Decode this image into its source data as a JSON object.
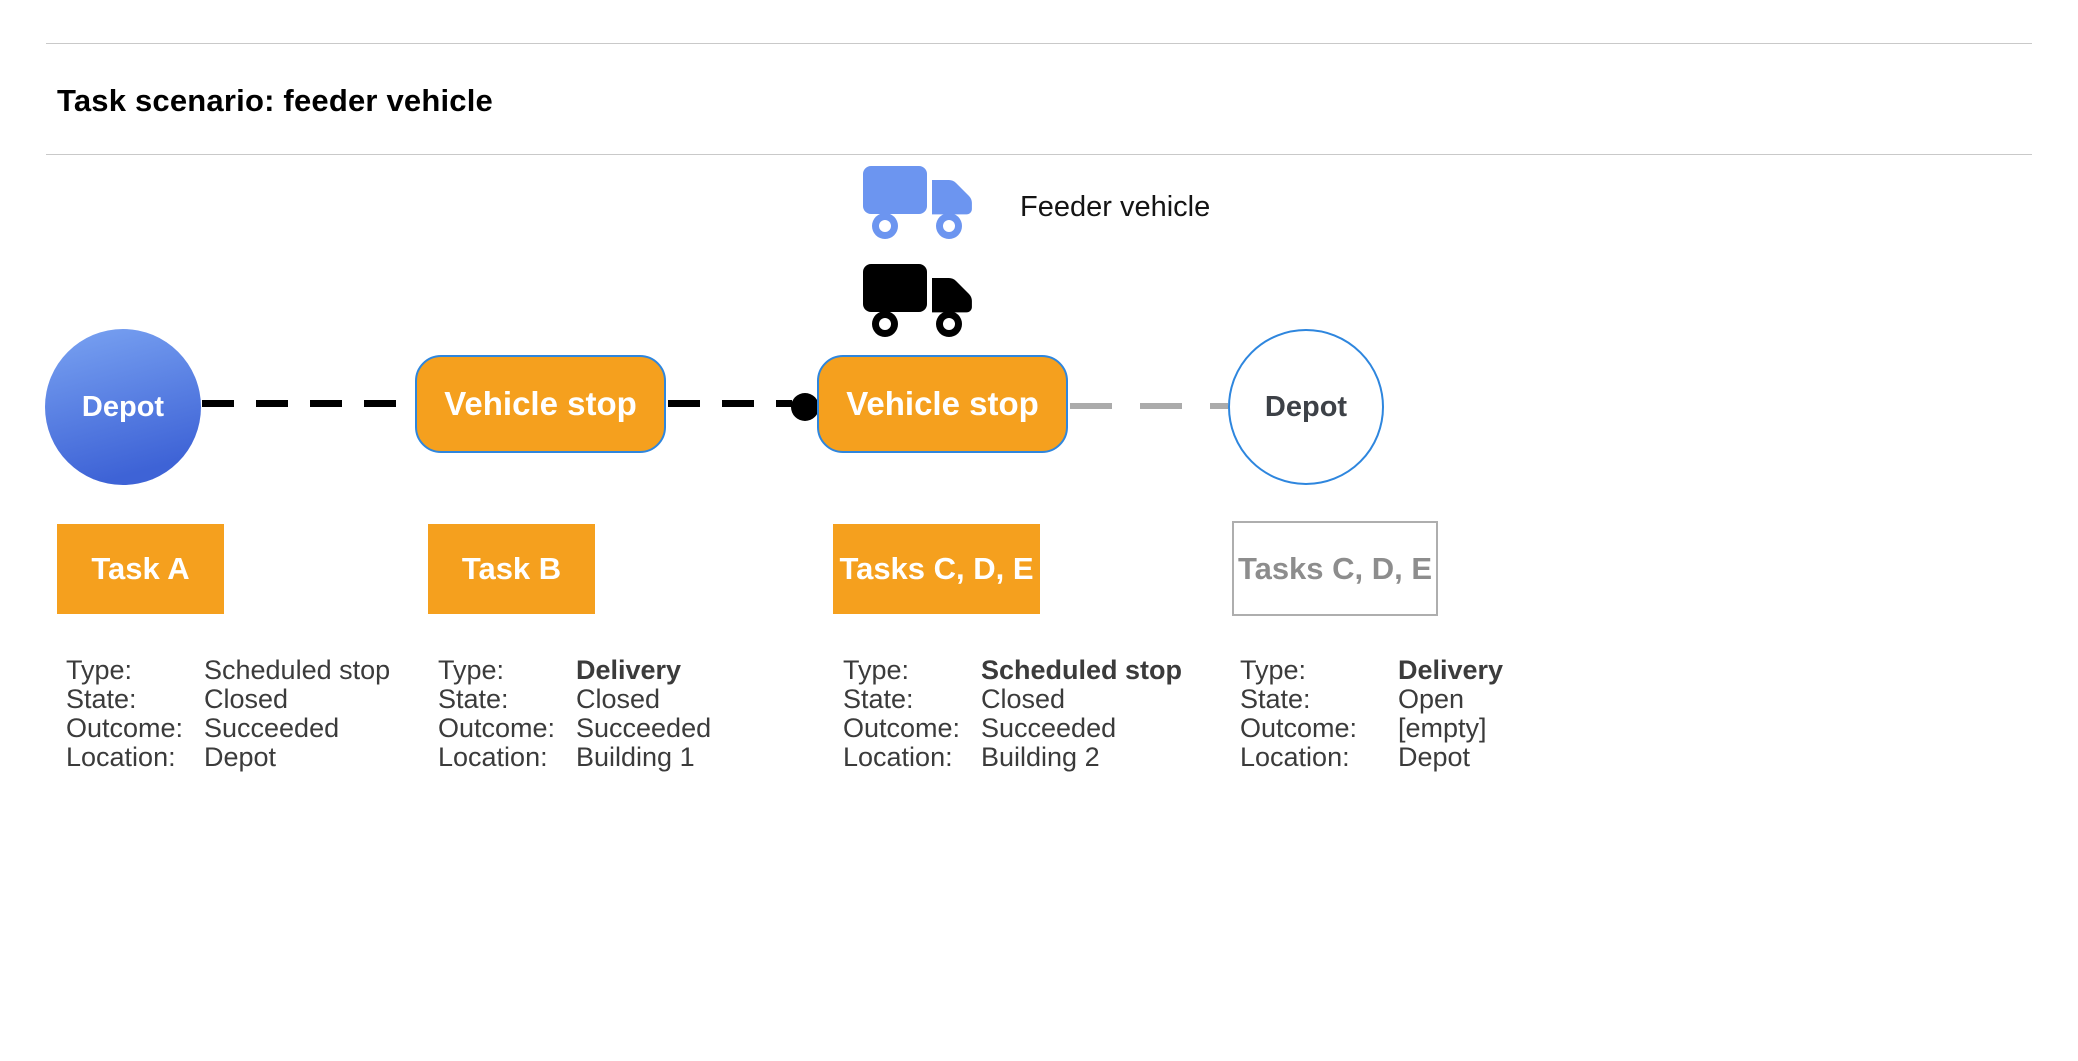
{
  "title": "Task scenario: feeder vehicle",
  "legend": {
    "feeder_vehicle": "Feeder vehicle"
  },
  "colors": {
    "orange": "#F5A01E",
    "node_border_blue": "#2E86DE",
    "depot_fill_top": "#7AA3F2",
    "depot_fill_bottom": "#3E63D6",
    "feeder_truck_blue": "#6C95F0",
    "vehicle_truck_black": "#000000"
  },
  "icons": {
    "feeder_truck": "truck-icon",
    "vehicle_truck": "truck-icon",
    "junction": "route-junction-dot"
  },
  "nodes": {
    "depot_start": {
      "label": "Depot"
    },
    "stop_1": {
      "label": "Vehicle stop"
    },
    "stop_2": {
      "label": "Vehicle stop"
    },
    "depot_end": {
      "label": "Depot"
    }
  },
  "detail_labels": {
    "type": "Type:",
    "state": "State:",
    "outcome": "Outcome:",
    "location": "Location:"
  },
  "tasks": [
    {
      "label": "Task A",
      "type": "Scheduled stop",
      "state": "Closed",
      "outcome": "Succeeded",
      "location": "Depot"
    },
    {
      "label": "Task B",
      "type": "Delivery",
      "state": "Closed",
      "outcome": "Succeeded",
      "location": "Building 1"
    },
    {
      "label": "Tasks C, D, E",
      "type": "Scheduled stop",
      "state": "Closed",
      "outcome": "Succeeded",
      "location": "Building 2"
    },
    {
      "label": "Tasks C, D, E",
      "type": "Delivery",
      "state": "Open",
      "outcome": "[empty]",
      "location": "Depot"
    }
  ]
}
